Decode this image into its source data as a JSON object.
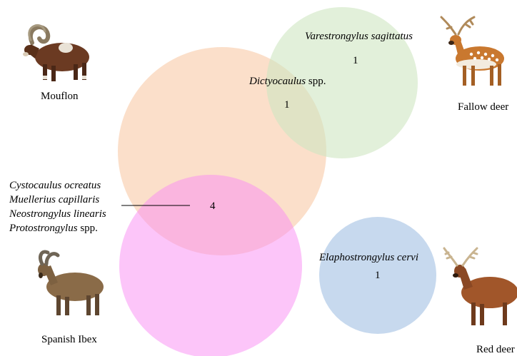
{
  "colors": {
    "mouflon_circle": "#f9c9a6",
    "fallow_circle": "#cfe6c2",
    "ibex_circle": "#f98cf3",
    "red_deer_circle": "#b9cfea"
  },
  "animals": {
    "mouflon": "Mouflon",
    "fallow_deer": "Fallow deer",
    "spanish_ibex": "Spanish Ibex",
    "red_deer": "Red deer"
  },
  "regions": {
    "fallow_only": {
      "species": "Varestrongylus sagittatus",
      "count": "1"
    },
    "mouflon_fallow": {
      "species": "Dictyocaulus",
      "suffix": " spp.",
      "count": "1"
    },
    "mouflon_ibex": {
      "count": "4",
      "species": [
        {
          "name": "Cystocaulus ocreatus",
          "suffix": ""
        },
        {
          "name": "Muellerius capillaris",
          "suffix": ""
        },
        {
          "name": "Neostrongylus linearis",
          "suffix": ""
        },
        {
          "name": "Protostrongylus",
          "suffix": " spp."
        }
      ]
    },
    "red_deer_only": {
      "species": "Elaphostrongylus cervi",
      "count": "1"
    }
  }
}
